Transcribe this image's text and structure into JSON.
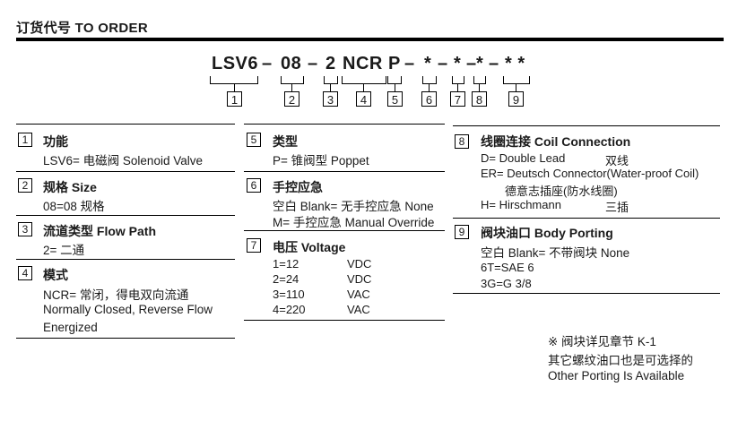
{
  "header": {
    "title": "订货代号 TO ORDER"
  },
  "code": {
    "p1": "LSV6",
    "p2": "08",
    "p3": "2",
    "p4": "NCR",
    "p5": "P",
    "p6": "*",
    "p7": "*",
    "p8": "*",
    "p9": "* *",
    "dash": "–"
  },
  "indices": [
    "1",
    "2",
    "3",
    "4",
    "5",
    "6",
    "7",
    "8",
    "9"
  ],
  "sections": {
    "s1": {
      "num": "1",
      "title": "功能",
      "lines": [
        "LSV6= 电磁阀 Solenoid Valve"
      ]
    },
    "s2": {
      "num": "2",
      "title": "规格 Size",
      "lines": [
        "08=08 规格"
      ]
    },
    "s3": {
      "num": "3",
      "title": "流道类型 Flow Path",
      "lines": [
        "2= 二通"
      ]
    },
    "s4": {
      "num": "4",
      "title": "模式",
      "lines": [
        "NCR= 常闭，得电双向流通",
        "Normally Closed, Reverse Flow",
        "Energized"
      ]
    },
    "s5": {
      "num": "5",
      "title": "类型",
      "lines": [
        "P= 锥阀型 Poppet"
      ]
    },
    "s6": {
      "num": "6",
      "title": "手控应急",
      "lines": [
        "空白 Blank= 无手控应急 None",
        "M= 手控应急 Manual Override"
      ]
    },
    "s7": {
      "num": "7",
      "title": "电压 Voltage",
      "rows": [
        {
          "code": "1=12",
          "unit": "VDC"
        },
        {
          "code": "2=24",
          "unit": "VDC"
        },
        {
          "code": "3=110",
          "unit": "VAC"
        },
        {
          "code": "4=220",
          "unit": "VAC"
        }
      ]
    },
    "s8": {
      "num": "8",
      "title": "线圈连接 Coil Connection",
      "l1a": "D= Double Lead",
      "l1b": "双线",
      "l2": "ER= Deutsch Connector(Water-proof Coil)",
      "l3": "德意志插座(防水线圈)",
      "l4a": "H= Hirschmann",
      "l4b": "三插"
    },
    "s9": {
      "num": "9",
      "title": "阀块油口 Body Porting",
      "lines": [
        "空白 Blank= 不带阀块 None",
        "6T=SAE 6",
        "3G=G 3/8"
      ]
    }
  },
  "note": {
    "lines": [
      "※ 阀块详见章节 K-1",
      "其它螺纹油口也是可选择的",
      "Other Porting Is Available"
    ]
  }
}
